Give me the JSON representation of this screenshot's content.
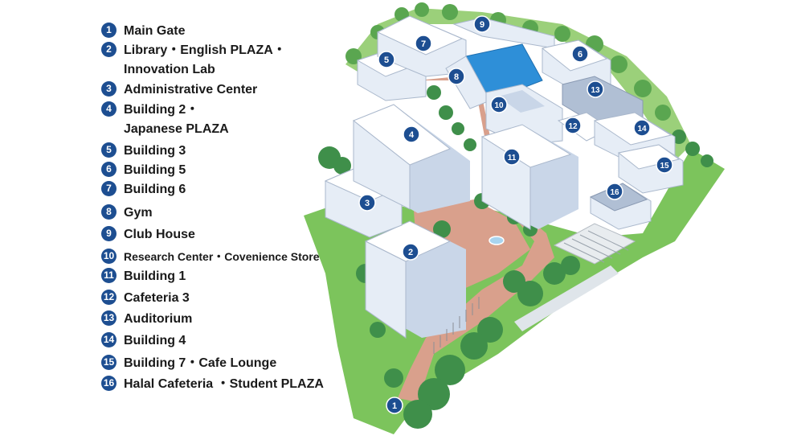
{
  "legend": [
    {
      "num": "1",
      "label": "Main Gate"
    },
    {
      "num": "2",
      "label": "Library・English PLAZA・\nInnovation Lab"
    },
    {
      "num": "3",
      "label": "Administrative Center"
    },
    {
      "num": "4",
      "label": "Building 2・\nJapanese PLAZA"
    },
    {
      "num": "5",
      "label": "Building 3"
    },
    {
      "num": "6",
      "label": "Building 5"
    },
    {
      "num": "7",
      "label": "Building 6"
    },
    {
      "num": "8",
      "label": "Gym"
    },
    {
      "num": "9",
      "label": "Club House"
    },
    {
      "num": "10",
      "label": "Research Center・Covenience Store"
    },
    {
      "num": "11",
      "label": "Building 1"
    },
    {
      "num": "12",
      "label": "Cafeteria 3"
    },
    {
      "num": "13",
      "label": "Auditorium"
    },
    {
      "num": "14",
      "label": "Building 4"
    },
    {
      "num": "15",
      "label": "Building 7・Cafe Lounge"
    },
    {
      "num": "16",
      "label": "Halal Cafeteria ・Student PLAZA"
    }
  ],
  "map_markers": [
    "1",
    "2",
    "3",
    "4",
    "5",
    "6",
    "7",
    "8",
    "9",
    "10",
    "11",
    "12",
    "13",
    "14",
    "15",
    "16"
  ],
  "colors": {
    "marker": "#1d4e91",
    "lawn": "#7cc45c",
    "plaza": "#d9a08c",
    "tree": "#3f8f4a",
    "building": "#ffffff",
    "building_shade": "#c9d6e8",
    "gym_roof": "#2e8fd8"
  }
}
